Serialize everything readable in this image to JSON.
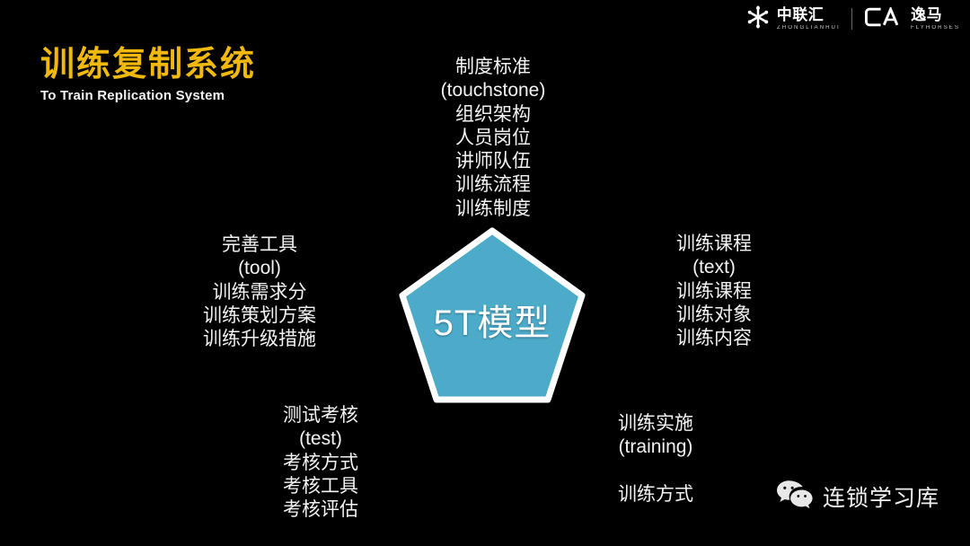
{
  "slide": {
    "background_color": "#000000",
    "accent_color": "#F0B90B",
    "shape_fill_color": "#4BABC9",
    "shape_stroke_color": "#FFFFFF",
    "text_color": "#F3F3F3"
  },
  "brands": [
    {
      "icon": "snowflake-icon",
      "name_cn": "中联汇",
      "name_en": "ZHONGLIANHUI"
    },
    {
      "icon": "ca-monogram-icon",
      "name_cn": "逸马",
      "name_en": "FLYHORSES"
    }
  ],
  "title": {
    "cn": "训练复制系统",
    "en": "To Train Replication System"
  },
  "center_shape": {
    "type": "pentagon",
    "label": "5T模型"
  },
  "nodes": [
    {
      "id": "touchstone",
      "heading": "制度标准",
      "subheading": "(touchstone)",
      "items": [
        "组织架构",
        "人员岗位",
        "讲师队伍",
        "训练流程",
        "训练制度"
      ]
    },
    {
      "id": "tool",
      "heading": "完善工具",
      "subheading": "(tool)",
      "items": [
        "训练需求分",
        "训练策划方案",
        "训练升级措施"
      ]
    },
    {
      "id": "text",
      "heading": "训练课程",
      "subheading": "(text)",
      "items": [
        "训练课程",
        "训练对象",
        "训练内容"
      ]
    },
    {
      "id": "test",
      "heading": "测试考核",
      "subheading": "(test)",
      "items": [
        "考核方式",
        "考核工具",
        "考核评估"
      ]
    },
    {
      "id": "training",
      "heading": "训练实施",
      "subheading": "(training)",
      "items": [
        "",
        "训练方式"
      ]
    }
  ],
  "footer": {
    "icon": "wechat-icon",
    "label": "连锁学习库"
  }
}
